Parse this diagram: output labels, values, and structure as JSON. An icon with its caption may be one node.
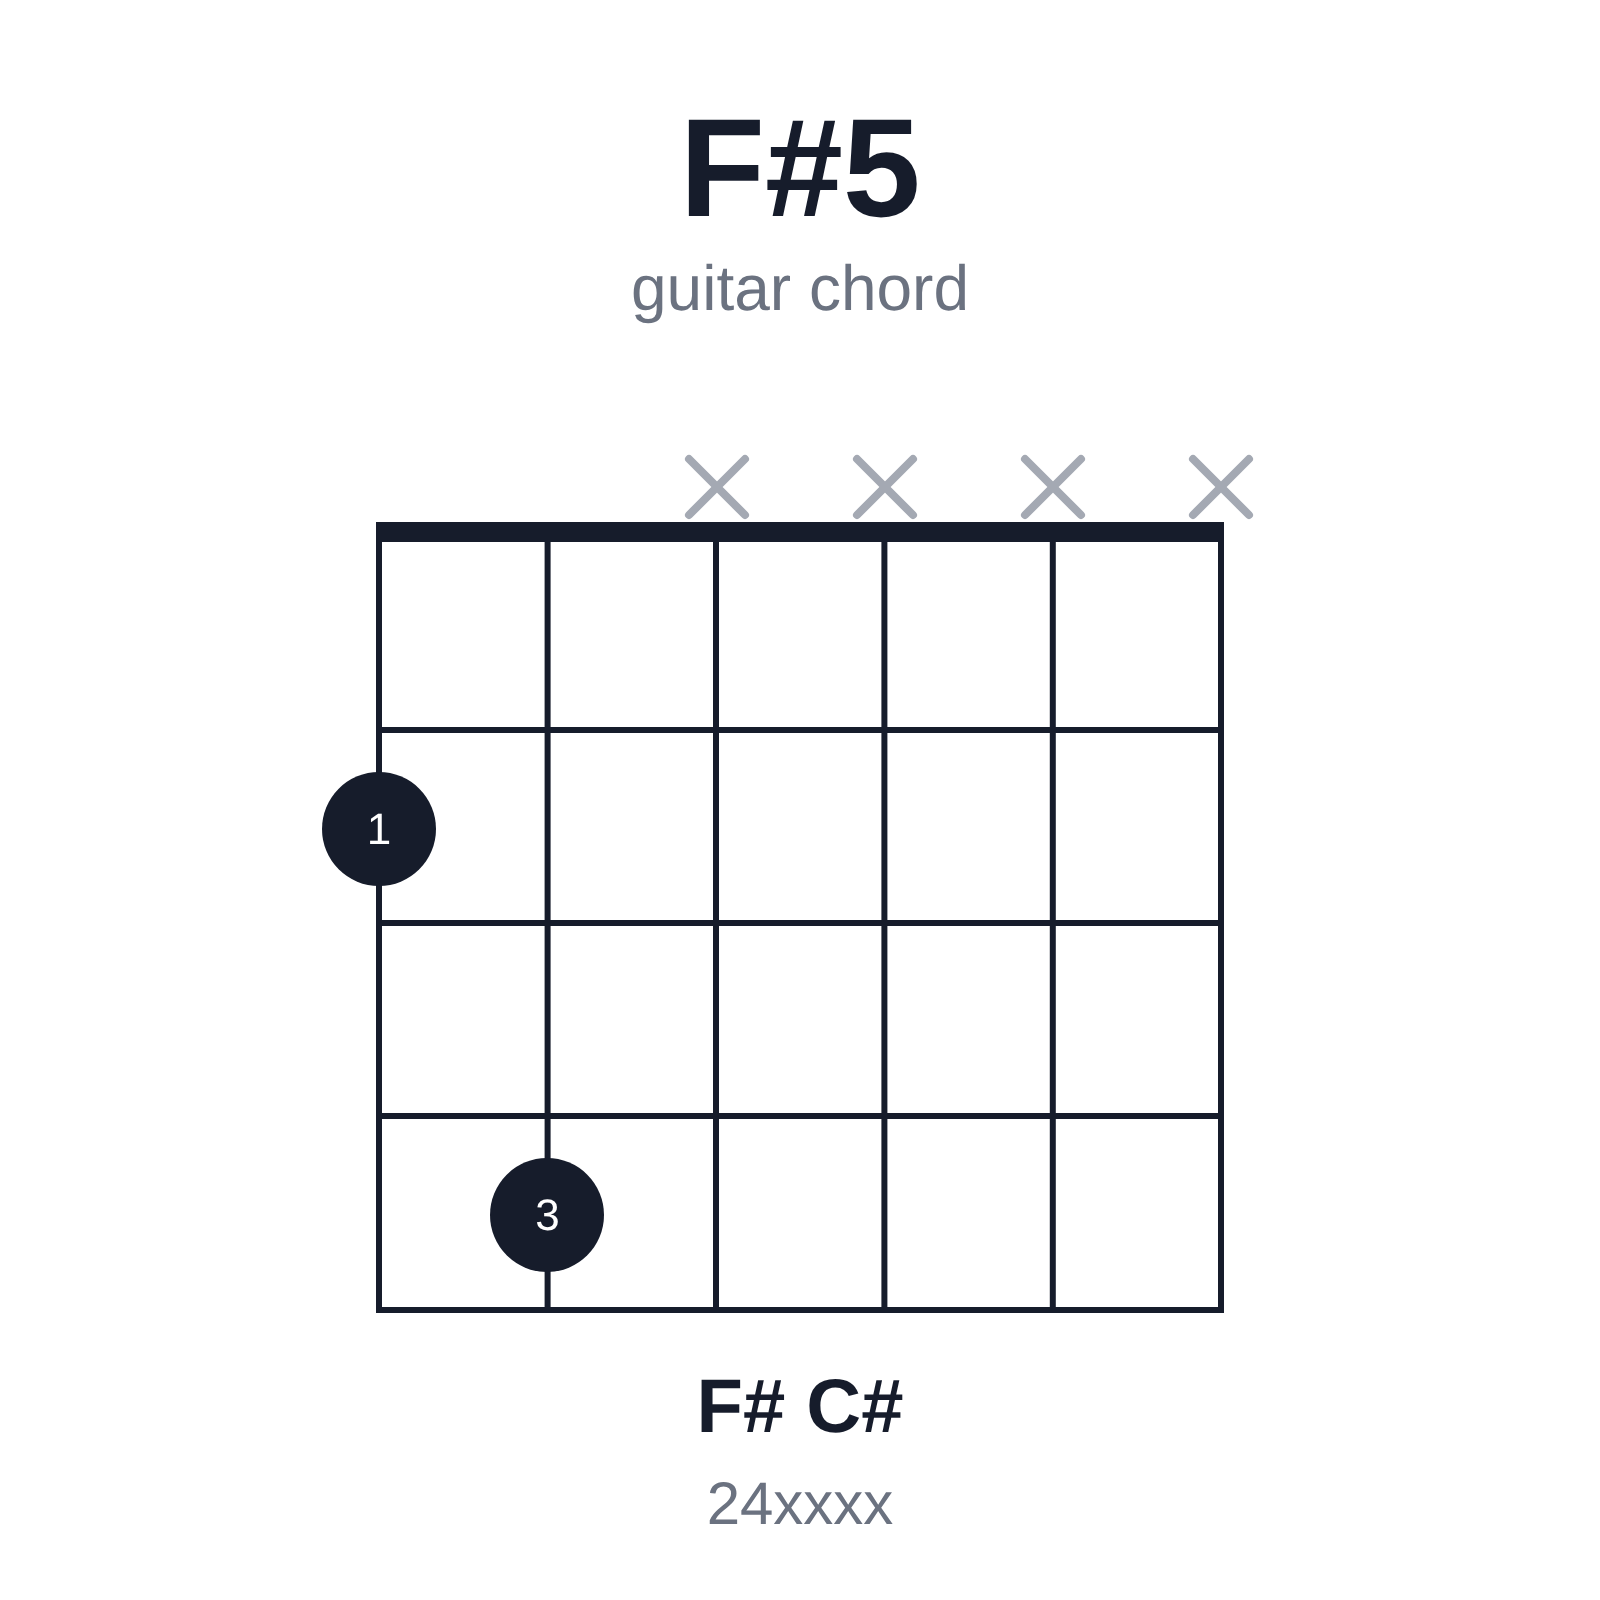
{
  "diagram": {
    "title": "F#5",
    "nodes": [
      {
        "text": [
          "1"
        ]
      },
      {
        "text": [
          "3"
        ]
      }
    ],
    "labels": [
      "guitar chord",
      "F# C#",
      "24xxxx"
    ]
  }
}
